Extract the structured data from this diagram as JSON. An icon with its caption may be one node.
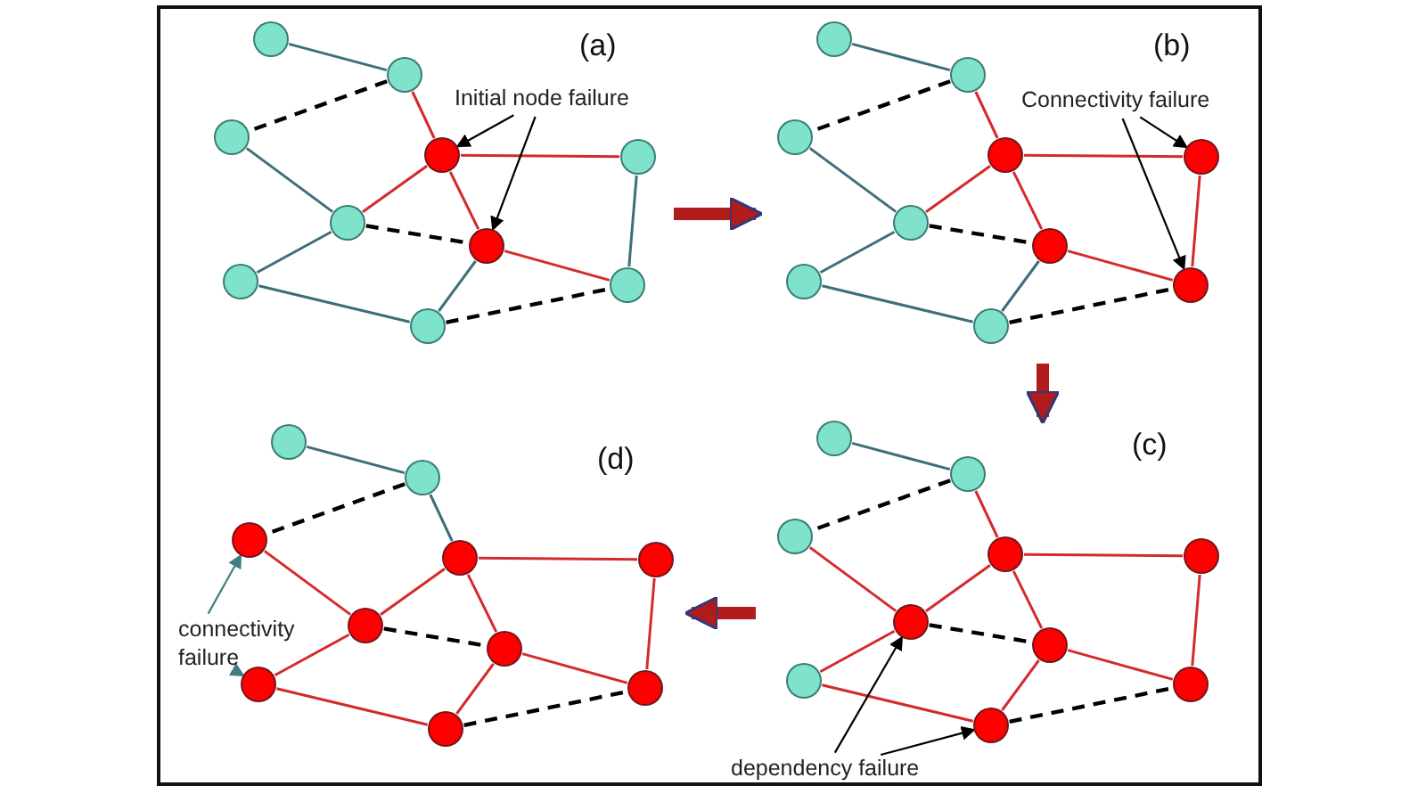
{
  "diagram": {
    "nodes": [
      {
        "text": [
          "(a)"
        ]
      },
      {
        "text": [],
        "shape": "circle",
        "in": 0
      },
      {
        "text": [],
        "shape": "circle",
        "in": 0
      },
      {
        "text": [],
        "shape": "circle",
        "in": 0
      },
      {
        "text": [],
        "shape": "circle",
        "in": 0
      },
      {
        "text": [],
        "shape": "circle",
        "in": 0
      },
      {
        "text": [],
        "shape": "circle",
        "in": 0
      },
      {
        "text": [],
        "shape": "circle",
        "in": 0
      },
      {
        "text": [],
        "shape": "circle",
        "in": 0
      },
      {
        "text": [],
        "shape": "circle",
        "in": 0
      },
      {
        "text": [],
        "shape": "circle",
        "in": 0
      },
      {
        "text": [
          "Initial node failure"
        ],
        "in": 0
      },
      {
        "text": [
          "(b)"
        ]
      },
      {
        "text": [],
        "shape": "circle",
        "in": 12
      },
      {
        "text": [],
        "shape": "circle",
        "in": 12
      },
      {
        "text": [],
        "shape": "circle",
        "in": 12
      },
      {
        "text": [],
        "shape": "circle",
        "in": 12
      },
      {
        "text": [],
        "shape": "circle",
        "in": 12
      },
      {
        "text": [],
        "shape": "circle",
        "in": 12
      },
      {
        "text": [],
        "shape": "circle",
        "in": 12
      },
      {
        "text": [],
        "shape": "circle",
        "in": 12
      },
      {
        "text": [],
        "shape": "circle",
        "in": 12
      },
      {
        "text": [],
        "shape": "circle",
        "in": 12
      },
      {
        "text": [
          "Connectivity failure"
        ],
        "in": 12
      },
      {
        "text": [
          "(c)"
        ]
      },
      {
        "text": [],
        "shape": "circle",
        "in": 24
      },
      {
        "text": [],
        "shape": "circle",
        "in": 24
      },
      {
        "text": [],
        "shape": "circle",
        "in": 24
      },
      {
        "text": [],
        "shape": "circle",
        "in": 24
      },
      {
        "text": [],
        "shape": "circle",
        "in": 24
      },
      {
        "text": [],
        "shape": "circle",
        "in": 24
      },
      {
        "text": [],
        "shape": "circle",
        "in": 24
      },
      {
        "text": [],
        "shape": "circle",
        "in": 24
      },
      {
        "text": [],
        "shape": "circle",
        "in": 24
      },
      {
        "text": [],
        "shape": "circle",
        "in": 24
      },
      {
        "text": [
          "dependency failure"
        ]
      },
      {
        "text": [
          "(d)"
        ]
      },
      {
        "text": [],
        "shape": "circle",
        "in": 36
      },
      {
        "text": [],
        "shape": "circle",
        "in": 36
      },
      {
        "text": [],
        "shape": "circle",
        "in": 36
      },
      {
        "text": [],
        "shape": "circle",
        "in": 36
      },
      {
        "text": [],
        "shape": "circle",
        "in": 36
      },
      {
        "text": [],
        "shape": "circle",
        "in": 36
      },
      {
        "text": [],
        "shape": "circle",
        "in": 36
      },
      {
        "text": [],
        "shape": "circle",
        "in": 36
      },
      {
        "text": [],
        "shape": "circle",
        "in": 36
      },
      {
        "text": [],
        "shape": "circle",
        "in": 36
      },
      {
        "text": [
          "connectivity failure"
        ]
      }
    ],
    "edges": [
      {
        "from": 1,
        "to": 2,
        "arrow": "none",
        "color": "#3d6e7a"
      },
      {
        "from": 2,
        "to": 3,
        "arrow": "none",
        "style": "dashed",
        "color": "#000000"
      },
      {
        "from": 3,
        "to": 6,
        "arrow": "none",
        "color": "#3d6e7a"
      },
      {
        "from": 2,
        "to": 4,
        "arrow": "none"
      },
      {
        "from": 4,
        "to": 5,
        "arrow": "none"
      },
      {
        "from": 4,
        "to": 6,
        "arrow": "none"
      },
      {
        "from": 4,
        "to": 7,
        "arrow": "none"
      },
      {
        "from": 6,
        "to": 7,
        "arrow": "none",
        "style": "dashed",
        "color": "#000000"
      },
      {
        "from": 5,
        "to": 9,
        "arrow": "none",
        "color": "#3d6e7a"
      },
      {
        "from": 7,
        "to": 9,
        "arrow": "none"
      },
      {
        "from": 6,
        "to": 8,
        "arrow": "none",
        "color": "#3d6e7a"
      },
      {
        "from": 7,
        "to": 10,
        "arrow": "none",
        "color": "#3d6e7a"
      },
      {
        "from": 8,
        "to": 10,
        "arrow": "none",
        "color": "#3d6e7a"
      },
      {
        "from": 10,
        "to": 9,
        "arrow": "none",
        "style": "dashed",
        "color": "#000000"
      },
      {
        "from": 13,
        "to": 14,
        "arrow": "none",
        "color": "#3d6e7a"
      },
      {
        "from": 14,
        "to": 15,
        "arrow": "none",
        "style": "dashed",
        "color": "#000000"
      },
      {
        "from": 15,
        "to": 18,
        "arrow": "none",
        "color": "#3d6e7a"
      },
      {
        "from": 14,
        "to": 16,
        "arrow": "none"
      },
      {
        "from": 16,
        "to": 17,
        "arrow": "none"
      },
      {
        "from": 16,
        "to": 18,
        "arrow": "none"
      },
      {
        "from": 16,
        "to": 19,
        "arrow": "none"
      },
      {
        "from": 18,
        "to": 19,
        "arrow": "none",
        "style": "dashed",
        "color": "#000000"
      },
      {
        "from": 17,
        "to": 21,
        "arrow": "none"
      },
      {
        "from": 19,
        "to": 21,
        "arrow": "none"
      },
      {
        "from": 18,
        "to": 20,
        "arrow": "none",
        "color": "#3d6e7a"
      },
      {
        "from": 19,
        "to": 22,
        "arrow": "none",
        "color": "#3d6e7a"
      },
      {
        "from": 20,
        "to": 22,
        "arrow": "none",
        "color": "#3d6e7a"
      },
      {
        "from": 22,
        "to": 21,
        "arrow": "none",
        "style": "dashed",
        "color": "#000000"
      },
      {
        "from": 25,
        "to": 26,
        "arrow": "none",
        "color": "#3d6e7a"
      },
      {
        "from": 26,
        "to": 27,
        "arrow": "none",
        "style": "dashed",
        "color": "#000000"
      },
      {
        "from": 27,
        "to": 30,
        "arrow": "none"
      },
      {
        "from": 26,
        "to": 28,
        "arrow": "none"
      },
      {
        "from": 28,
        "to": 29,
        "arrow": "none"
      },
      {
        "from": 28,
        "to": 30,
        "arrow": "none"
      },
      {
        "from": 28,
        "to": 31,
        "arrow": "none"
      },
      {
        "from": 30,
        "to": 31,
        "arrow": "none",
        "style": "dashed",
        "color": "#000000"
      },
      {
        "from": 29,
        "to": 33,
        "arrow": "none"
      },
      {
        "from": 31,
        "to": 33,
        "arrow": "none"
      },
      {
        "from": 30,
        "to": 32,
        "arrow": "none"
      },
      {
        "from": 31,
        "to": 34,
        "arrow": "none"
      },
      {
        "from": 32,
        "to": 34,
        "arrow": "none"
      },
      {
        "from": 34,
        "to": 33,
        "arrow": "none",
        "style": "dashed",
        "color": "#000000"
      },
      {
        "from": 37,
        "to": 38,
        "arrow": "none",
        "color": "#3d6e7a"
      },
      {
        "from": 38,
        "to": 39,
        "arrow": "none",
        "style": "dashed",
        "color": "#000000"
      },
      {
        "from": 39,
        "to": 42,
        "arrow": "none"
      },
      {
        "from": 38,
        "to": 40,
        "arrow": "none",
        "color": "#3d6e7a"
      },
      {
        "from": 40,
        "to": 41,
        "arrow": "none"
      },
      {
        "from": 40,
        "to": 42,
        "arrow": "none"
      },
      {
        "from": 40,
        "to": 43,
        "arrow": "none"
      },
      {
        "from": 42,
        "to": 43,
        "arrow": "none",
        "style": "dashed",
        "color": "#000000"
      },
      {
        "from": 41,
        "to": 45,
        "arrow": "none"
      },
      {
        "from": 43,
        "to": 45,
        "arrow": "none"
      },
      {
        "from": 42,
        "to": 44,
        "arrow": "none"
      },
      {
        "from": 43,
        "to": 46,
        "arrow": "none"
      },
      {
        "from": 44,
        "to": 46,
        "arrow": "none"
      },
      {
        "from": 46,
        "to": 45,
        "arrow": "none",
        "style": "dashed",
        "color": "#000000"
      },
      {
        "from": 11,
        "to": 4,
        "arrow": "to",
        "color": "#000000"
      },
      {
        "from": 11,
        "to": 7,
        "arrow": "to",
        "color": "#000000"
      },
      {
        "from": 23,
        "to": 17,
        "arrow": "to",
        "color": "#000000"
      },
      {
        "from": 23,
        "to": 21,
        "arrow": "to",
        "color": "#000000"
      },
      {
        "from": 35,
        "to": 30,
        "arrow": "to",
        "color": "#000000"
      },
      {
        "from": 35,
        "to": 34,
        "arrow": "to",
        "color": "#000000"
      },
      {
        "from": 47,
        "to": 39,
        "arrow": "to",
        "color": "#3f7f7f"
      },
      {
        "from": 47,
        "to": 44,
        "arrow": "to",
        "color": "#3f7f7f"
      },
      {
        "from": 0,
        "to": 12,
        "arrow": "to",
        "style": "thick",
        "color": "#b01c1c"
      },
      {
        "from": 12,
        "to": 24,
        "arrow": "to",
        "style": "thick",
        "color": "#b01c1c"
      },
      {
        "from": 24,
        "to": 36,
        "arrow": "to",
        "style": "thick",
        "color": "#b01c1c"
      }
    ]
  }
}
